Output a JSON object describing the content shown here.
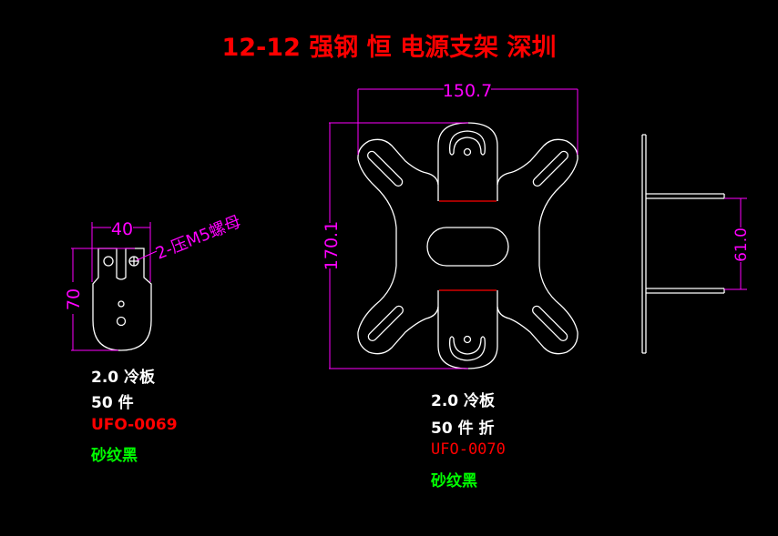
{
  "title": "12-12 强钢 恒 电源支架 深圳",
  "left_part": {
    "dim_width": "40",
    "dim_height": "70",
    "leader_note": "2-压M5螺母",
    "material": "2.0 冷板",
    "quantity": "50 件",
    "part_no": "UFO-0069",
    "finish": "砂纹黑"
  },
  "right_part": {
    "dim_width": "150.7",
    "dim_height": "170.1",
    "dim_side": "61.0",
    "material": "2.0 冷板",
    "quantity": "50 件 折",
    "part_no": "UFO-0070",
    "finish": "砂纹黑"
  },
  "colors": {
    "outline": "#ffffff",
    "dimension": "#ff00ff",
    "bend": "#ff0000",
    "title": "#ff0000",
    "finish": "#00ff00"
  }
}
